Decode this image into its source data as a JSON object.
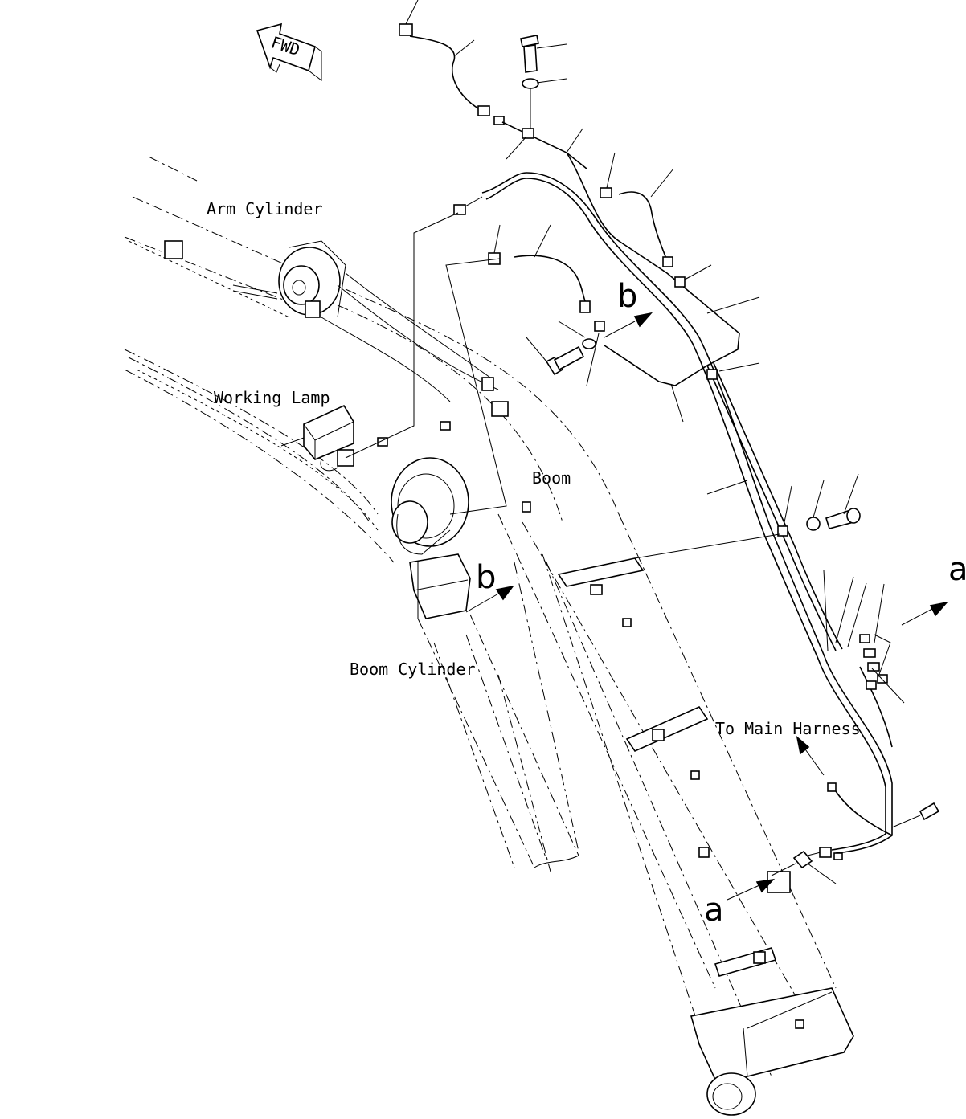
{
  "diagram": {
    "fwd_label": "FWD",
    "labels": {
      "arm_cylinder": "Arm Cylinder",
      "working_lamp": "Working Lamp",
      "boom": "Boom",
      "boom_cylinder": "Boom Cylinder",
      "to_main_harness": "To Main Harness"
    },
    "callouts": {
      "a_top": "a",
      "a_bottom": "a",
      "b_top": "b",
      "b_left": "b"
    }
  }
}
